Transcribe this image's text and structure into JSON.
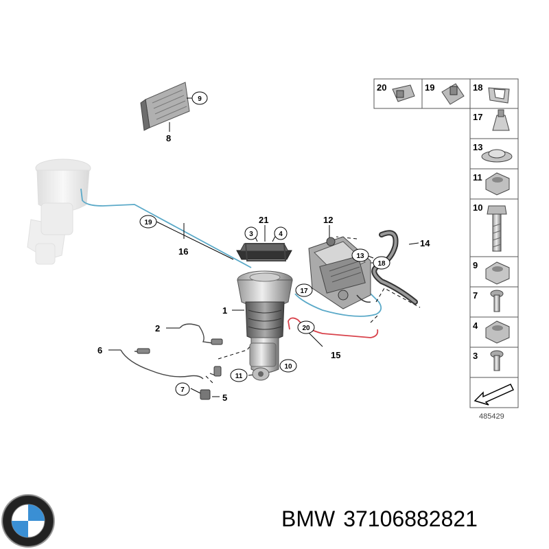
{
  "diagram": {
    "reference_number": "485429",
    "callouts": [
      "1",
      "2",
      "3",
      "4",
      "5",
      "6",
      "7",
      "8",
      "9",
      "10",
      "11",
      "12",
      "13",
      "14",
      "15",
      "16",
      "17",
      "18",
      "19",
      "20",
      "21"
    ],
    "circled": {
      "c9": "9",
      "c19": "19",
      "c3": "3",
      "c4": "4",
      "c13": "13",
      "c18": "18",
      "c17": "17",
      "c20": "20",
      "c10": "10",
      "c11": "11",
      "c7": "7"
    },
    "labels": {
      "l8": "8",
      "l21": "21",
      "l12": "12",
      "l14": "14",
      "l16": "16",
      "l1": "1",
      "l2": "2",
      "l6": "6",
      "l15": "15",
      "l5": "5"
    },
    "parts_panel": [
      {
        "id": "20"
      },
      {
        "id": "19"
      },
      {
        "id": "18"
      },
      {
        "id": "17"
      },
      {
        "id": "13"
      },
      {
        "id": "11"
      },
      {
        "id": "10"
      },
      {
        "id": "9"
      },
      {
        "id": "7"
      },
      {
        "id": "4"
      },
      {
        "id": "3"
      }
    ]
  },
  "footer": {
    "brand": "BMW",
    "part_number": "37106882821"
  },
  "colors": {
    "line_blue": "#5aa9c8",
    "line_red": "#d8414a",
    "part_gray": "#9a9a9a"
  },
  "icons": [
    "bmw-logo",
    "arrow-icon"
  ]
}
